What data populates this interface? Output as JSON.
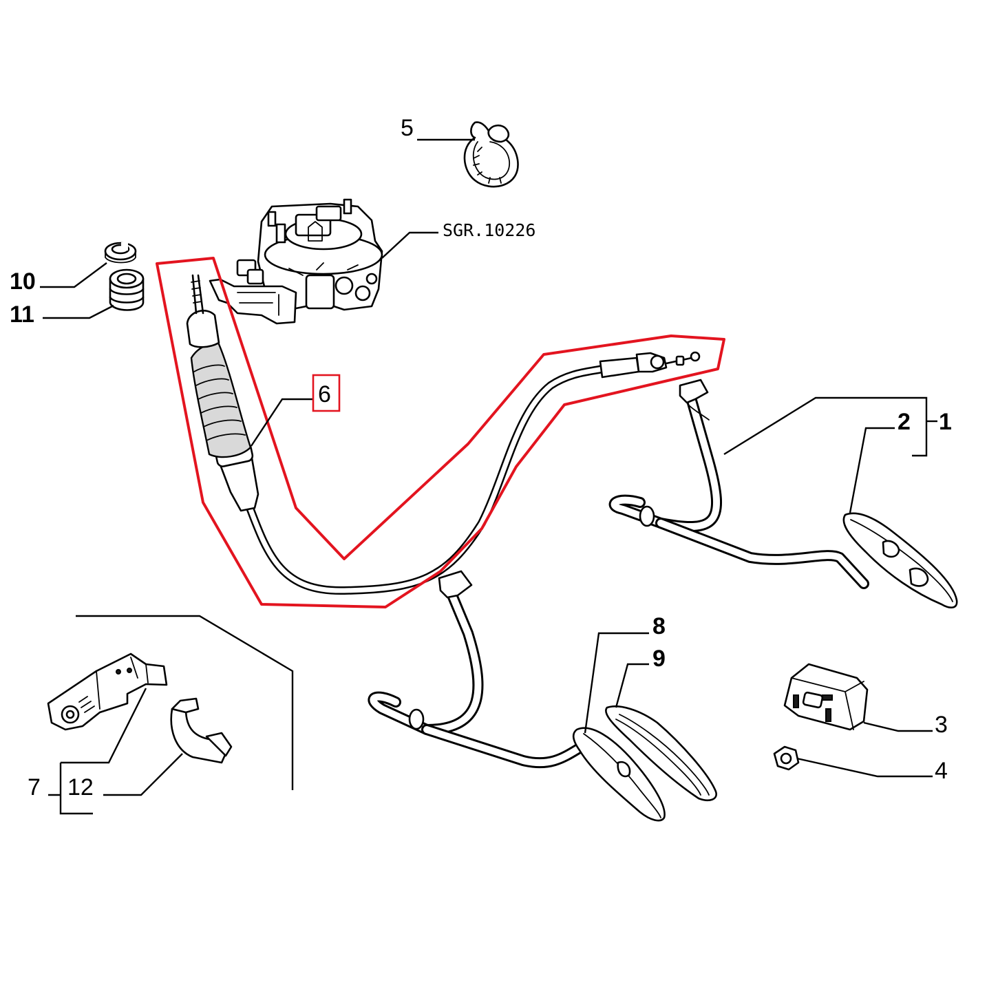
{
  "callouts": {
    "c1": "1",
    "c2": "2",
    "c3": "3",
    "c4": "4",
    "c5": "5",
    "c6": "6",
    "c7": "7",
    "c8": "8",
    "c9": "9",
    "c10": "10",
    "c11": "11",
    "c12": "12"
  },
  "reference_code": "SGR.10226",
  "colors": {
    "highlight": "#e3141f",
    "line": "#000000",
    "background": "#ffffff"
  }
}
